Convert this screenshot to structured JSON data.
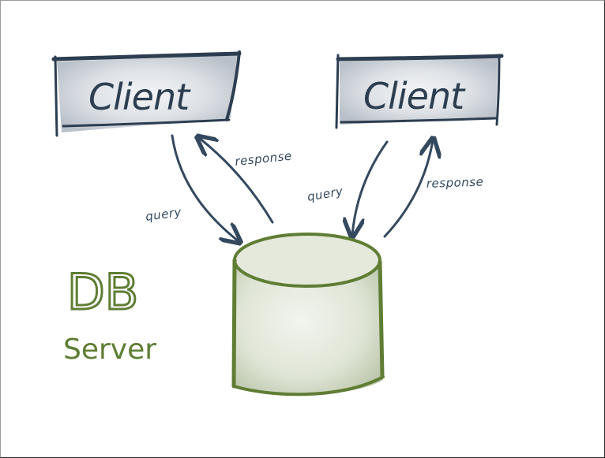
{
  "diagram": {
    "clients": [
      {
        "label": "Client"
      },
      {
        "label": "Client"
      }
    ],
    "edges": [
      {
        "from": "client-left",
        "to": "db",
        "label": "query"
      },
      {
        "from": "db",
        "to": "client-left",
        "label": "response"
      },
      {
        "from": "client-right",
        "to": "db",
        "label": "query"
      },
      {
        "from": "db",
        "to": "client-right",
        "label": "response"
      }
    ],
    "db": {
      "title": "DB",
      "subtitle": "Server"
    }
  },
  "colors": {
    "client_stroke": "#2c3e50",
    "client_fill": "#cfd4da",
    "db_stroke": "#5f7d34",
    "db_fill": "#d9e0cf",
    "arrow": "#34495e"
  }
}
